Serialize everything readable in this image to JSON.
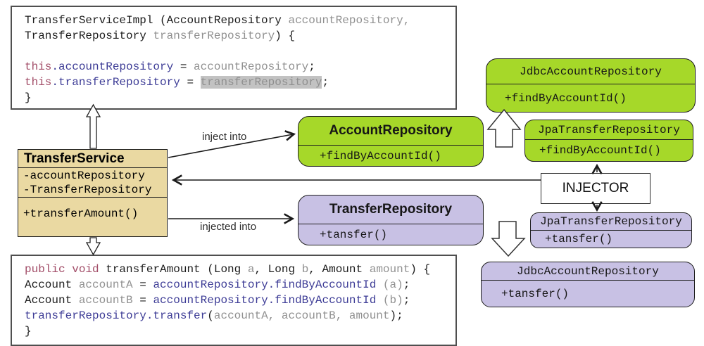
{
  "colors": {
    "green": "#a6d829",
    "purple": "#c8c1e4",
    "tan": "#ead9a2",
    "code_keyword": "#a24d68",
    "code_field": "#3d3c96",
    "code_param": "#909090",
    "code_highlight_bg": "#c2c2c2"
  },
  "code_top": {
    "lines": [
      [
        {
          "t": "TransferServiceImpl (AccountRepository ",
          "c": "p"
        },
        {
          "t": "accountRepository,",
          "c": "g"
        }
      ],
      [
        {
          "t": "TransferRepository ",
          "c": "p"
        },
        {
          "t": "transferRepository",
          "c": "g"
        },
        {
          "t": ") {",
          "c": "p"
        }
      ],
      [],
      [
        {
          "t": "this",
          "c": "k"
        },
        {
          "t": ".accountRepository",
          "c": "f"
        },
        {
          "t": " = ",
          "c": "p"
        },
        {
          "t": "accountRepository",
          "c": "g"
        },
        {
          "t": ";",
          "c": "p"
        }
      ],
      [
        {
          "t": "this",
          "c": "k"
        },
        {
          "t": ".transferRepository",
          "c": "f"
        },
        {
          "t": " = ",
          "c": "p"
        },
        {
          "t": "transferRepository",
          "c": "h"
        },
        {
          "t": ";",
          "c": "p"
        }
      ],
      [
        {
          "t": "}",
          "c": "p"
        }
      ]
    ]
  },
  "code_bottom": {
    "lines": [
      [
        {
          "t": "public void",
          "c": "k"
        },
        {
          "t": " transferAmount (Long ",
          "c": "p"
        },
        {
          "t": "a",
          "c": "g"
        },
        {
          "t": ", Long ",
          "c": "p"
        },
        {
          "t": "b",
          "c": "g"
        },
        {
          "t": ", Amount ",
          "c": "p"
        },
        {
          "t": "amount",
          "c": "g"
        },
        {
          "t": ") {",
          "c": "p"
        }
      ],
      [
        {
          "t": "Account ",
          "c": "p"
        },
        {
          "t": "accountA",
          "c": "g"
        },
        {
          "t": " = ",
          "c": "p"
        },
        {
          "t": "accountRepository.findByAccountId",
          "c": "f"
        },
        {
          "t": " ",
          "c": "p"
        },
        {
          "t": "(a)",
          "c": "g"
        },
        {
          "t": ";",
          "c": "p"
        }
      ],
      [
        {
          "t": "Account ",
          "c": "p"
        },
        {
          "t": "accountB",
          "c": "g"
        },
        {
          "t": " = ",
          "c": "p"
        },
        {
          "t": "accountRepository.findByAccountId",
          "c": "f"
        },
        {
          "t": " ",
          "c": "p"
        },
        {
          "t": "(b)",
          "c": "g"
        },
        {
          "t": ";",
          "c": "p"
        }
      ],
      [
        {
          "t": "transferRepository.transfer",
          "c": "f"
        },
        {
          "t": "(",
          "c": "p"
        },
        {
          "t": "accountA, accountB, amount",
          "c": "g"
        },
        {
          "t": ");",
          "c": "p"
        }
      ],
      [
        {
          "t": "}",
          "c": "p"
        }
      ]
    ]
  },
  "transfer_service": {
    "title": "TransferService",
    "attributes": [
      "-accountRepository",
      "-TransferRepository"
    ],
    "methods": [
      "+transferAmount()"
    ]
  },
  "account_repository": {
    "title": "AccountRepository",
    "method": "+findByAccountId()"
  },
  "transfer_repository": {
    "title": "TransferRepository",
    "method": "+tansfer()"
  },
  "jdbc_account_repository_top": {
    "title": "JdbcAccountRepository",
    "method": "+findByAccountId()"
  },
  "jpa_transfer_repository_green": {
    "title": "JpaTransferRepository",
    "method": "+findByAccountId()"
  },
  "jpa_transfer_repository_purple": {
    "title": "JpaTransferRepository",
    "method": "+tansfer()"
  },
  "jdbc_account_repository_bottom": {
    "title": "JdbcAccountRepository",
    "method": "+tansfer()"
  },
  "injector": {
    "label": "INJECTOR"
  },
  "labels": {
    "inject_into": "inject into",
    "injected_into": "injected into"
  }
}
